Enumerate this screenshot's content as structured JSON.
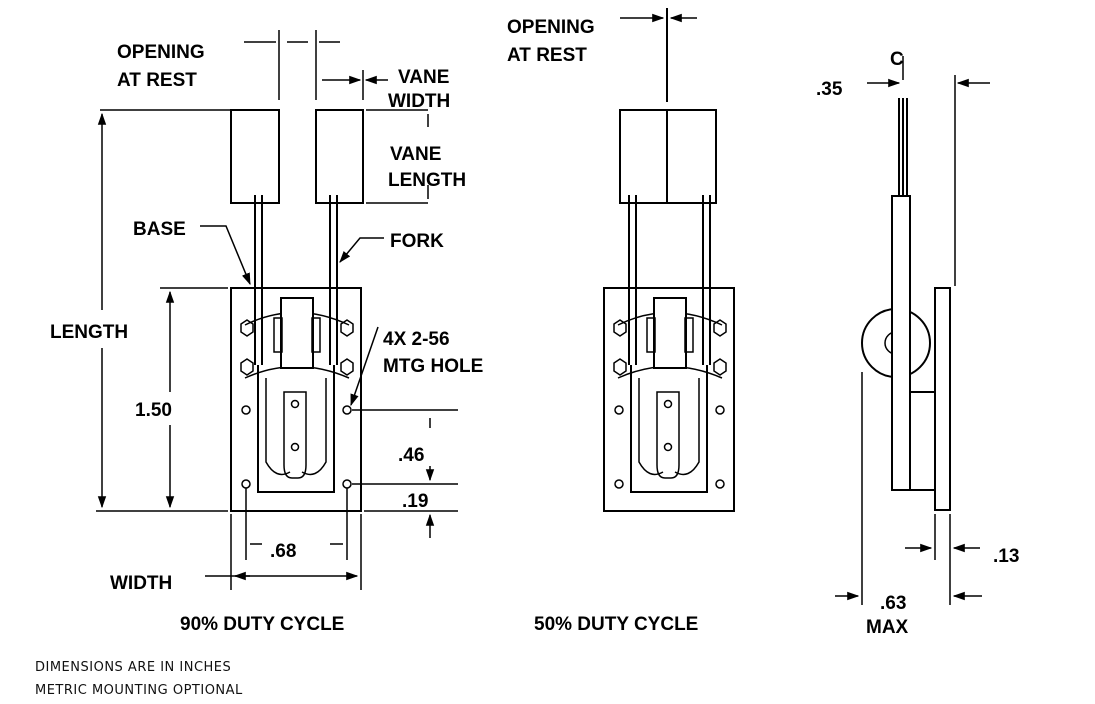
{
  "views": {
    "duty90": {
      "title": "90% DUTY CYCLE",
      "opening_at_rest_line1": "OPENING",
      "opening_at_rest_line2": "AT REST",
      "vane_width_line1": "VANE",
      "vane_width_line2": "WIDTH",
      "vane_length_line1": "VANE",
      "vane_length_line2": "LENGTH",
      "base": "BASE",
      "fork": "FORK",
      "length": "LENGTH",
      "dim_150": "1.50",
      "mtg_hole_line1": "4X 2-56",
      "mtg_hole_line2": "MTG HOLE",
      "dim_046": ".46",
      "dim_019": ".19",
      "dim_068": ".68",
      "width": "WIDTH"
    },
    "duty50": {
      "title": "50% DUTY CYCLE",
      "opening_at_rest_line1": "OPENING",
      "opening_at_rest_line2": "AT REST"
    },
    "side": {
      "centerline": "C",
      "dim_035": ".35",
      "dim_013": ".13",
      "dim_063": ".63",
      "max": "MAX"
    }
  },
  "notes": {
    "line1": "DIMENSIONS ARE IN INCHES",
    "line2": "METRIC MOUNTING OPTIONAL"
  }
}
